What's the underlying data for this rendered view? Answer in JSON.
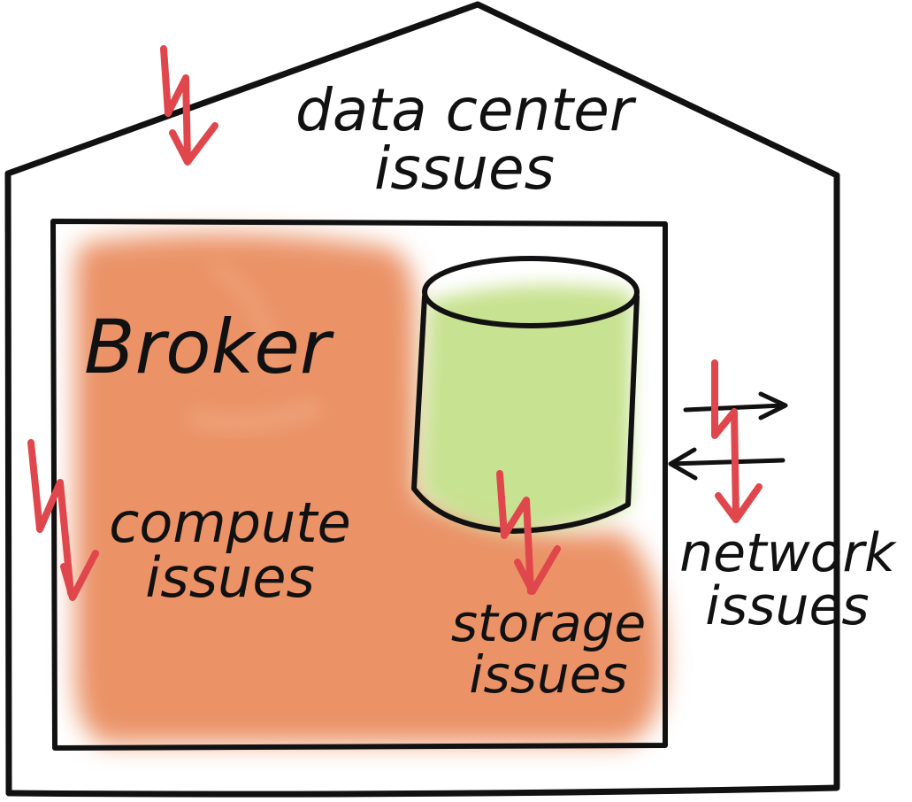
{
  "labels": {
    "data_center_line1": "data center",
    "data_center_line2": "issues",
    "broker": "Broker",
    "compute_line1": "compute",
    "compute_line2": "issues",
    "storage_line1": "storage",
    "storage_line2": "issues",
    "network_line1": "network",
    "network_line2": "issues"
  },
  "icons": {
    "fault": "lightning-bolt-arrow-icon",
    "traffic": "bidirectional-arrows-icon",
    "storage": "storage-cylinder-icon"
  },
  "colors": {
    "ink": "#111111",
    "broker_fill": "#e9895a",
    "storage_fill": "#c4e08a",
    "fault": "#e0474c"
  }
}
